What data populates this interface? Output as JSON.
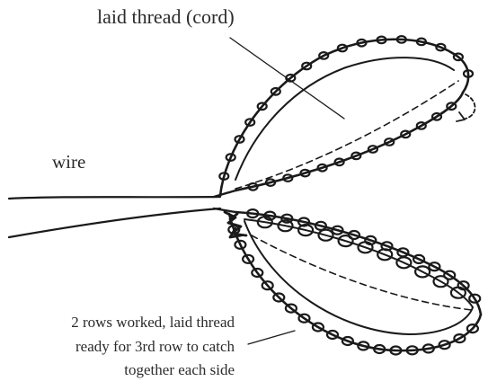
{
  "labels": {
    "laid_thread": "laid thread (cord)",
    "wire": "wire"
  },
  "note": {
    "line1": "2 rows worked, laid thread",
    "line2": "ready for 3rd row to catch",
    "line3": "together each side"
  },
  "colors": {
    "ink": "#1a1a1a",
    "text": "#2b2b2b",
    "background": "#ffffff"
  }
}
